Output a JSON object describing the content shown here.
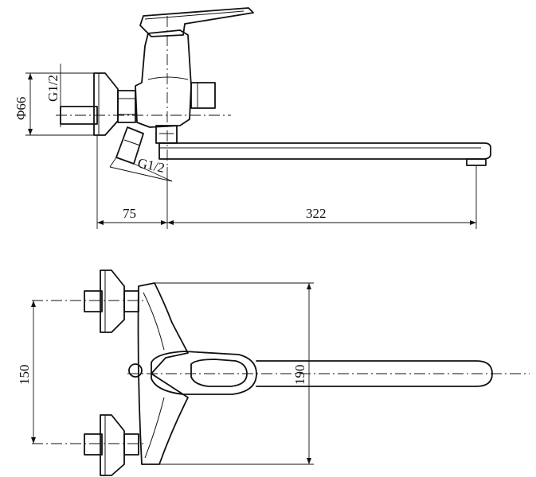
{
  "dimensions": {
    "side_view": {
      "body_diameter": "Φ66",
      "inlet_thread_top": "G1/2",
      "inlet_thread_bottom": "G1/2",
      "wall_to_body": "75",
      "spout_length": "322"
    },
    "top_view": {
      "inlet_spacing": "150",
      "body_depth": "190"
    }
  }
}
